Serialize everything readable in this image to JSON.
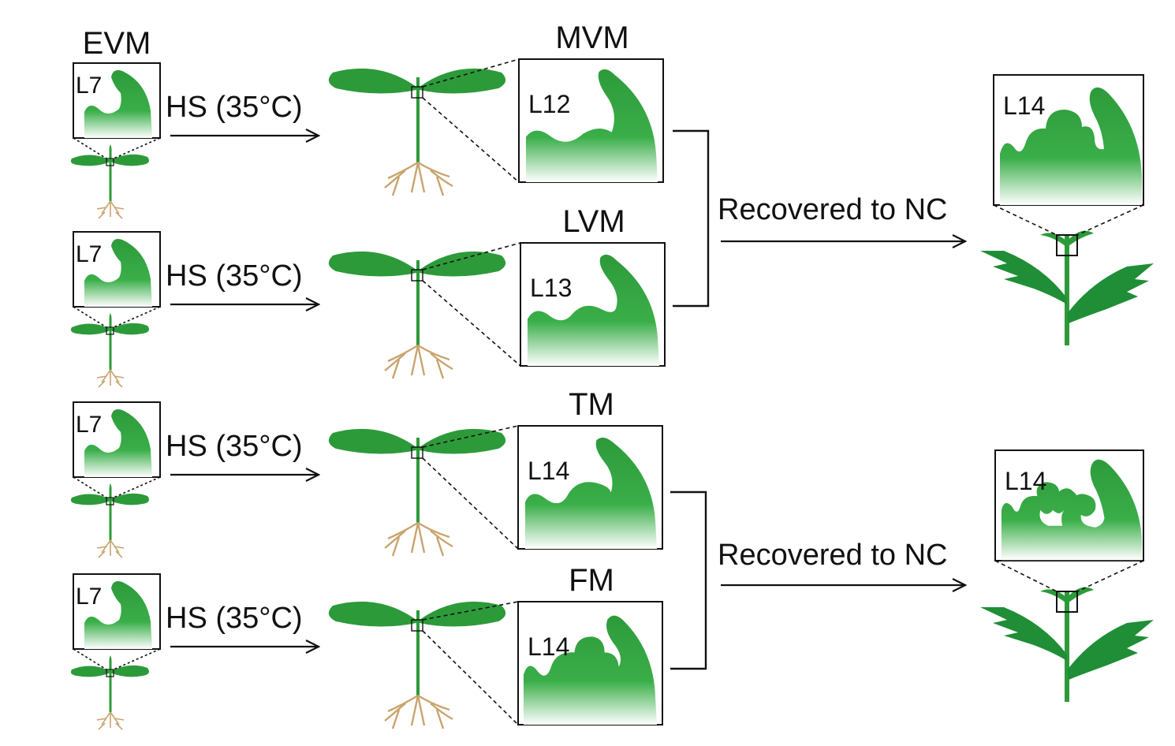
{
  "colors": {
    "green": "#2d9a3a",
    "dark_green": "#1f7f30",
    "root": "#c9a46e",
    "line": "#111111"
  },
  "icons": {
    "meristem": "meristem-icon",
    "seedling": "seedling-icon",
    "plant": "plant-icon",
    "arrow": "arrow-right-icon"
  },
  "stages": {
    "start": "EVM",
    "start_leaf": "L7"
  },
  "treatment": "HS (35°C)",
  "rows": [
    {
      "stage": "MVM",
      "leaf": "L12"
    },
    {
      "stage": "LVM",
      "leaf": "L13"
    },
    {
      "stage": "TM",
      "leaf": "L14"
    },
    {
      "stage": "FM",
      "leaf": "L14"
    }
  ],
  "recovery": [
    {
      "label": "Recovered to NC",
      "leaf": "L14"
    },
    {
      "label": "Recovered to NC",
      "leaf": "L14"
    }
  ]
}
